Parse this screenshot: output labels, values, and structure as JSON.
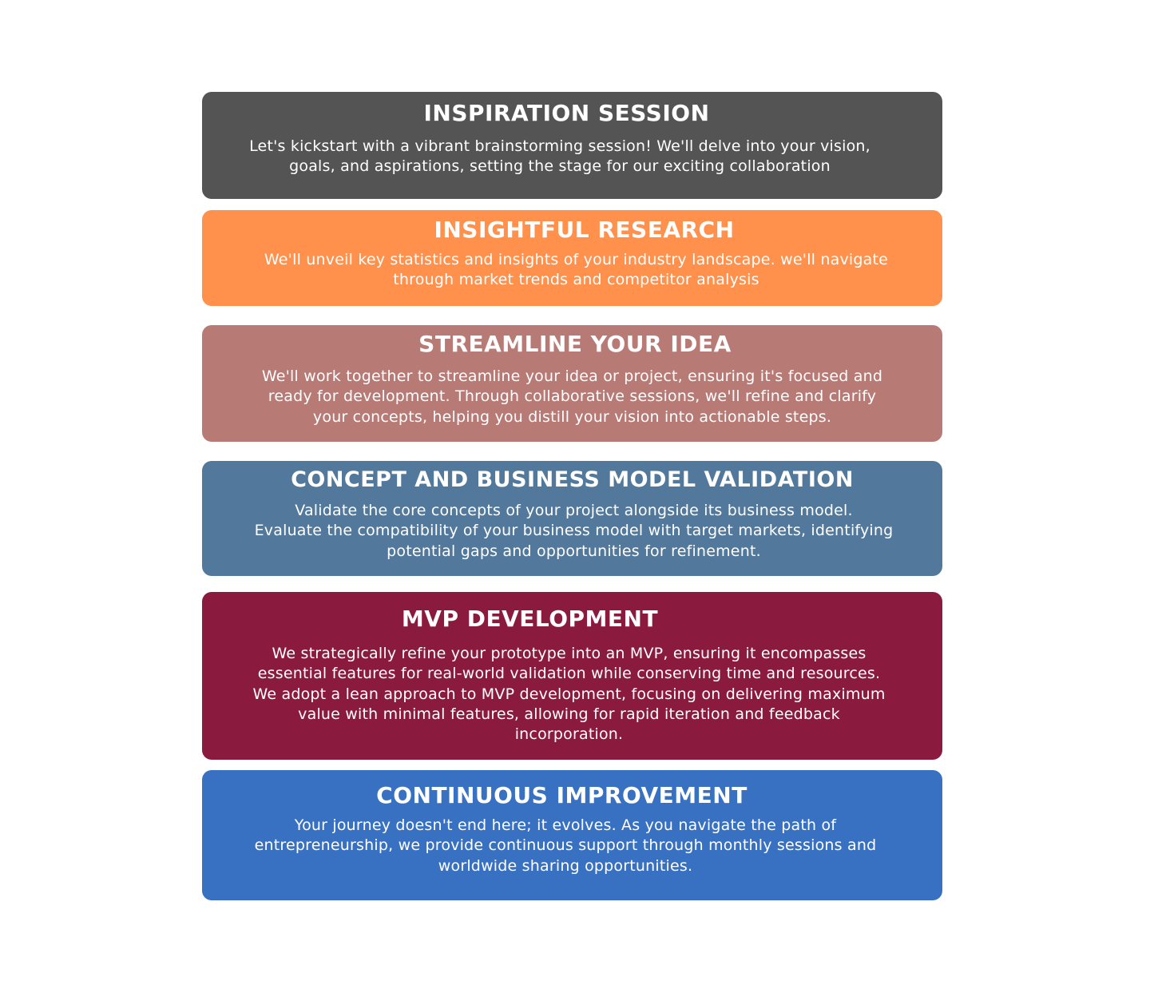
{
  "steps": [
    {
      "title": "INSPIRATION SESSION",
      "color": "#545454",
      "lines": [
        "Let's kickstart with a vibrant brainstorming session! We'll delve into your vision,",
        "goals, and aspirations, setting the stage for our exciting collaboration"
      ]
    },
    {
      "title": "INSIGHTFUL RESEARCH",
      "color": "#FF914D",
      "lines": [
        "We'll unveil key statistics and insights of your industry landscape. we'll navigate",
        "through market trends and competitor analysis"
      ]
    },
    {
      "title": "STREAMLINE YOUR IDEA",
      "color": "#B87A75",
      "lines": [
        "We'll work together to streamline your idea or project, ensuring it's focused and",
        "ready for development. Through collaborative sessions, we'll refine and clarify",
        "your concepts, helping you distill your vision into actionable steps."
      ]
    },
    {
      "title": "CONCEPT AND BUSINESS MODEL VALIDATION",
      "color": "#52799C",
      "lines": [
        "Validate the core concepts of your project alongside its business model.",
        "Evaluate the compatibility of your business model with target markets, identifying",
        "potential gaps and opportunities for refinement."
      ]
    },
    {
      "title": "MVP DEVELOPMENT",
      "color": "#8A1B3F",
      "lines": [
        "We strategically refine your prototype into an MVP, ensuring it encompasses",
        "essential features for real-world validation while conserving time and resources.",
        "We adopt a lean approach to MVP development, focusing on delivering maximum",
        "value with minimal features, allowing for rapid iteration and feedback",
        "incorporation."
      ]
    },
    {
      "title": "CONTINUOUS IMPROVEMENT",
      "color": "#3871C1",
      "lines": [
        "Your journey doesn't end here; it evolves. As you navigate the path of",
        "entrepreneurship, we provide continuous support through monthly sessions and",
        "worldwide sharing opportunities."
      ]
    }
  ]
}
